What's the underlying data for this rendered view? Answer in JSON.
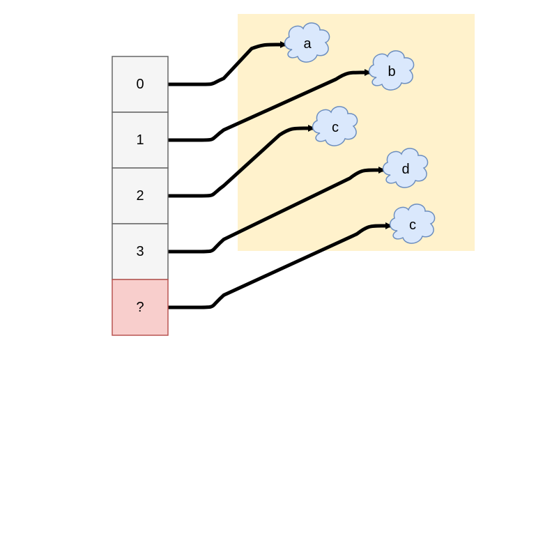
{
  "colors": {
    "background": "#ffffff",
    "panel_fill": "#fff2cc",
    "cell_fill": "#f5f5f5",
    "cell_stroke": "#666666",
    "highlight_cell_fill": "#f8cecc",
    "highlight_cell_stroke": "#b85450",
    "cloud_fill": "#dae8fc",
    "cloud_stroke": "#6c8ebf",
    "arrow": "#000000"
  },
  "array": {
    "cells": [
      {
        "label": "0",
        "highlighted": false
      },
      {
        "label": "1",
        "highlighted": false
      },
      {
        "label": "2",
        "highlighted": false
      },
      {
        "label": "3",
        "highlighted": false
      },
      {
        "label": "?",
        "highlighted": true
      }
    ]
  },
  "clouds": [
    {
      "label": "a"
    },
    {
      "label": "b"
    },
    {
      "label": "c"
    },
    {
      "label": "d"
    },
    {
      "label": "c"
    }
  ],
  "arrows": [
    {
      "from_cell": 0,
      "to_cloud": 0
    },
    {
      "from_cell": 1,
      "to_cloud": 1
    },
    {
      "from_cell": 2,
      "to_cloud": 2
    },
    {
      "from_cell": 3,
      "to_cloud": 3
    },
    {
      "from_cell": 4,
      "to_cloud": 4
    }
  ]
}
